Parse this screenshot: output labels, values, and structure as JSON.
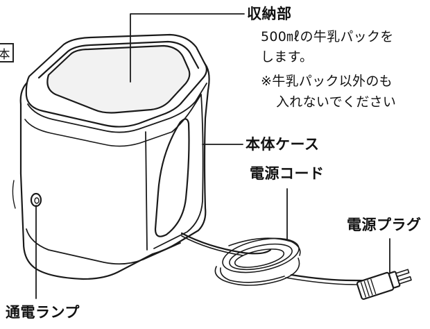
{
  "labels": {
    "storage": "収納部",
    "storage_desc_line1": "500㎖の牛乳パックを",
    "storage_desc_line2": "します。",
    "storage_note_line1": "※牛乳パック以外のも",
    "storage_note_line2": "入れないでください",
    "body_case": "本体ケース",
    "power_cord": "電源コード",
    "power_plug": "電源プラグ",
    "power_lamp": "通電ランプ",
    "left_tag": "本"
  }
}
